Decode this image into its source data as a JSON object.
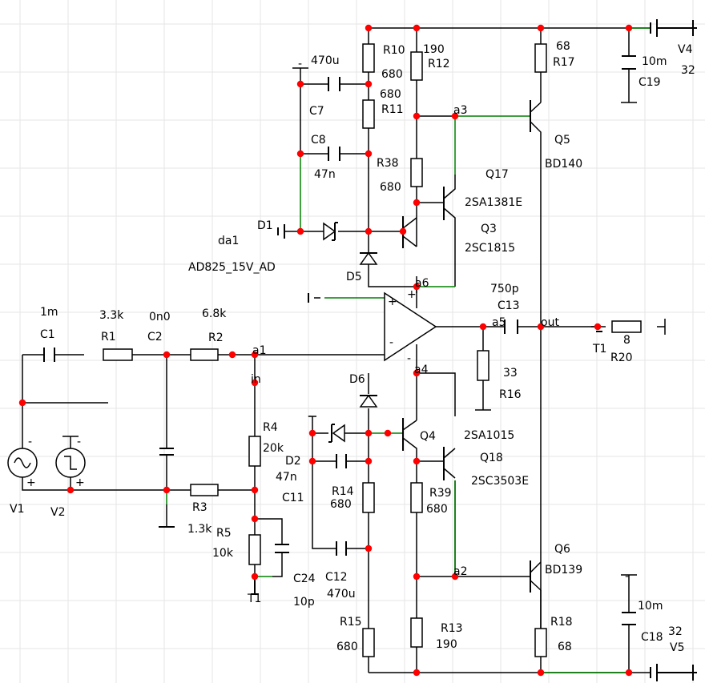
{
  "schematic": {
    "title": "",
    "labels": {
      "R10": "R10",
      "R10_val": "680",
      "R12": "R12",
      "R12_val": "190",
      "R17": "R17",
      "R17_val": "68",
      "C19": "C19",
      "C19_val": "10m",
      "V4": "V4",
      "V4_val": "32",
      "C7_val": "470u",
      "C7": "C7",
      "R11": "R11",
      "R11_val": "680",
      "C8": "C8",
      "C8_val": "47n",
      "R38": "R38",
      "R38_val": "680",
      "a3": "a3",
      "Q17": "Q17",
      "Q17_part": "2SA1381E",
      "Q5": "Q5",
      "Q5_part": "BD140",
      "D1": "D1",
      "da1": "da1",
      "da1_part": "AD825_15V_AD",
      "Q3": "Q3",
      "Q3_part": "2SC1815",
      "D5": "D5",
      "a6": "a6",
      "C13_val": "750p",
      "C13": "C13",
      "C1_val": "1m",
      "C1": "C1",
      "R1_val": "3.3k",
      "R1": "R1",
      "C2_val": "0n0",
      "C2": "C2",
      "R2_val": "6.8k",
      "R2": "R2",
      "a1": "a1",
      "a5": "a5",
      "out": "out",
      "T1": "T1",
      "R20": "R20",
      "R20_val": "8",
      "in": "in",
      "D6": "D6",
      "a4": "a4",
      "R16_val": "33",
      "R16": "R16",
      "R4": "R4",
      "R4_val": "20k",
      "Q4": "Q4",
      "Q4_part": "2SA1015",
      "D2": "D2",
      "C11_val": "47n",
      "C11": "C11",
      "Q18": "Q18",
      "Q18_part": "2SC3503E",
      "R14": "R14",
      "R14_val": "680",
      "R39": "R39",
      "R39_val": "680",
      "V1": "V1",
      "V2": "V2",
      "R3": "R3",
      "R3_val": "1.3k",
      "R5": "R5",
      "R5_val": "10k",
      "Q6": "Q6",
      "Q6_part": "BD139",
      "a2": "a2",
      "C24": "C24",
      "C24_val": "10p",
      "C12": "C12",
      "C12_val": "470u",
      "T1b": "T1",
      "C18_val": "10m",
      "C18": "C18",
      "V5": "V5",
      "V5_val": "32",
      "R15": "R15",
      "R15_val": "680",
      "R13": "R13",
      "R13_val": "190",
      "R18": "R18",
      "R18_val": "68",
      "plus": "+",
      "minus": "-"
    }
  }
}
